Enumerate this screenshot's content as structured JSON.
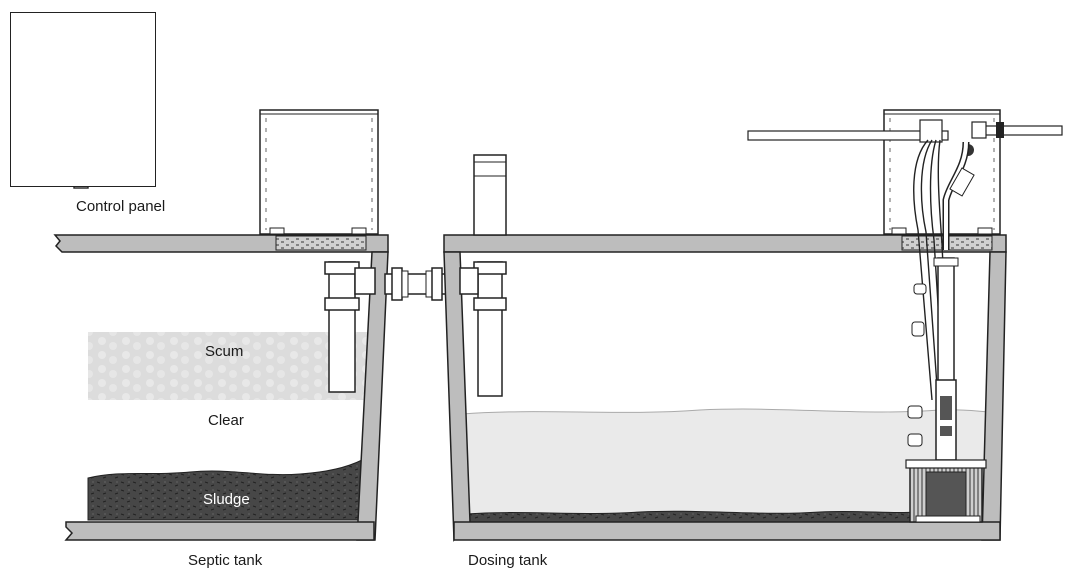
{
  "labels": {
    "control_panel": "Control panel",
    "scum": "Scum",
    "clear": "Clear",
    "sludge": "Sludge",
    "septic_tank": "Septic tank",
    "dosing_tank": "Dosing tank"
  },
  "colors": {
    "wall_fill": "#bdbdbd",
    "outline": "#222222",
    "scum_fill": "#dedede",
    "sludge_fill": "#444444",
    "water_fill": "#e9e9e9",
    "pipe_fill": "#ffffff"
  }
}
